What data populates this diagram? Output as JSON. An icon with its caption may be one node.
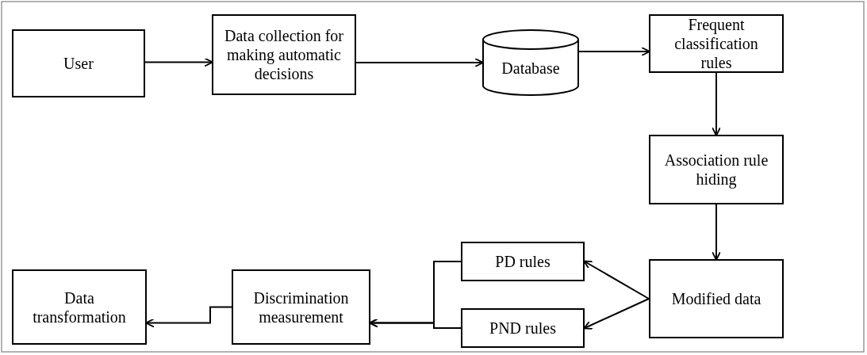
{
  "diagram": {
    "nodes": [
      {
        "text": [
          "User"
        ]
      },
      {
        "text": [
          "Data collection for making automatic decisions"
        ]
      },
      {
        "text": [
          "Database"
        ]
      },
      {
        "text": [
          "Frequent classification rules"
        ]
      },
      {
        "text": [
          "Association rule hiding"
        ]
      },
      {
        "text": [
          "Modified data"
        ]
      },
      {
        "text": [
          "PD rules"
        ]
      },
      {
        "text": [
          "PND rules"
        ]
      },
      {
        "text": [
          "Discrimination measurement"
        ]
      },
      {
        "text": [
          "Data transformation"
        ]
      }
    ],
    "edges": [
      {
        "from": 0,
        "to": 1,
        "arrow": "to"
      },
      {
        "from": 1,
        "to": 2,
        "arrow": "to"
      },
      {
        "from": 2,
        "to": 3,
        "arrow": "to"
      },
      {
        "from": 3,
        "to": 4,
        "arrow": "to"
      },
      {
        "from": 4,
        "to": 5,
        "arrow": "to"
      },
      {
        "from": 5,
        "to": 6,
        "arrow": "to"
      },
      {
        "from": 5,
        "to": 7,
        "arrow": "to"
      },
      {
        "from": 6,
        "to": 8,
        "arrow": "to"
      },
      {
        "from": 7,
        "to": 8,
        "arrow": "to"
      },
      {
        "from": 8,
        "to": 9,
        "arrow": "to"
      }
    ]
  }
}
